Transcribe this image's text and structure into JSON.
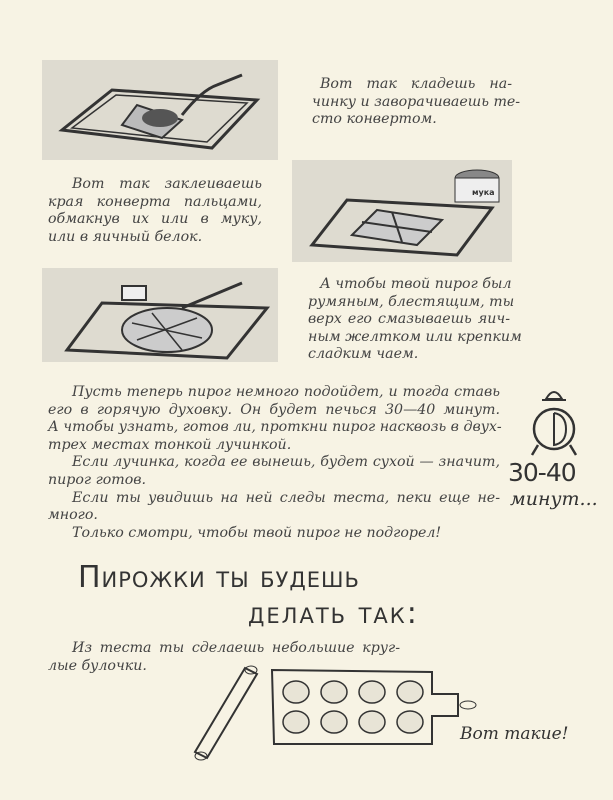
{
  "captions": {
    "filling": [
      "Вот так кладешь на-",
      "чинку и заворачиваешь те-",
      "сто конвертом."
    ],
    "sealing": [
      "Вот так заклеиваешь",
      "края конверта пальцами,",
      "обмакнув их или в муку,",
      "или в яичный белок."
    ],
    "glazing": [
      "А чтобы твой пирог был",
      "румяным, блестящим, ты",
      "верх его смазываешь яич-",
      "ным желтком или крепким",
      "сладким чаем."
    ]
  },
  "flour_label": "мука",
  "main_text": [
    {
      "text": "Пусть теперь пирог немного подойдет, и тогда ставь",
      "indent": true,
      "last": false
    },
    {
      "text": "его в горячую духовку. Он будет печься 30—40 минут.",
      "indent": false,
      "last": false
    },
    {
      "text": "А чтобы узнать, готов ли, проткни пирог насквозь в двух-",
      "indent": false,
      "last": false
    },
    {
      "text": "трех местах тонкой лучинкой.",
      "indent": false,
      "last": true
    },
    {
      "text": "Если лучинка, когда ее вынешь, будет сухой — значит,",
      "indent": true,
      "last": false
    },
    {
      "text": "пирог готов.",
      "indent": false,
      "last": true
    },
    {
      "text": "Если ты увидишь на ней следы теста, пеки еще не-",
      "indent": true,
      "last": false
    },
    {
      "text": "много.",
      "indent": false,
      "last": true
    },
    {
      "text": "Только смотри, чтобы твой пирог не подгорел!",
      "indent": true,
      "last": true
    }
  ],
  "timer_note": {
    "number": "30-40",
    "unit": "минут..."
  },
  "heading": {
    "line1": "Пирожки ты будешь",
    "line2": "делать так:"
  },
  "buns_text": [
    "Из теста ты сделаешь небольшие круг-",
    "лые булочки."
  ],
  "buns_note": "Вот такие!"
}
